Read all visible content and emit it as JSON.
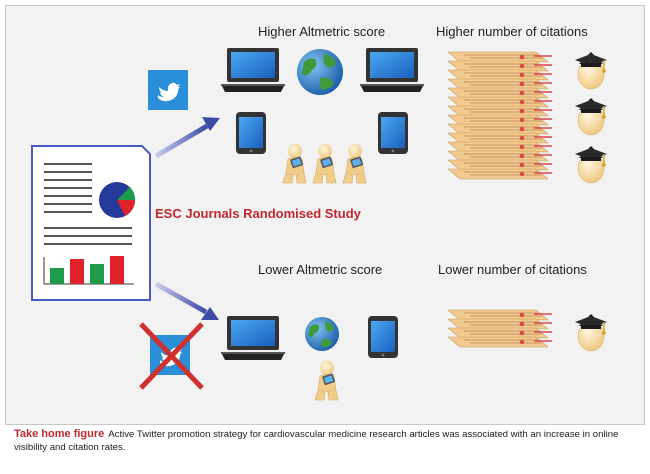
{
  "labels": {
    "higher_altmetric": "Higher Altmetric score",
    "higher_citations": "Higher number of citations",
    "lower_altmetric": "Lower Altmetric score",
    "lower_citations": "Lower number of citations",
    "study_title": "ESC Journals Randomised Study"
  },
  "caption": {
    "heading": "Take home figure",
    "text": "Active Twitter promotion strategy for cardiovascular medicine research articles was associated with an increase in online visibility and citation rates."
  },
  "icons": {
    "twitter": "twitter-bird-icon",
    "laptop": "laptop-icon",
    "tablet": "tablet-icon",
    "globe": "globe-icon",
    "reader": "reading-person-icon",
    "graduate": "graduation-head-icon",
    "citation": "citation-paper-icon",
    "document": "research-article-icon"
  },
  "colors": {
    "twitter_blue": "#2a8fd8",
    "accent_red": "#c0282d",
    "arrow_blue": "#3d4aa6",
    "doc_border": "#4a5bbf",
    "bar_green": "#1e9b4b",
    "bar_red": "#e0232b"
  }
}
